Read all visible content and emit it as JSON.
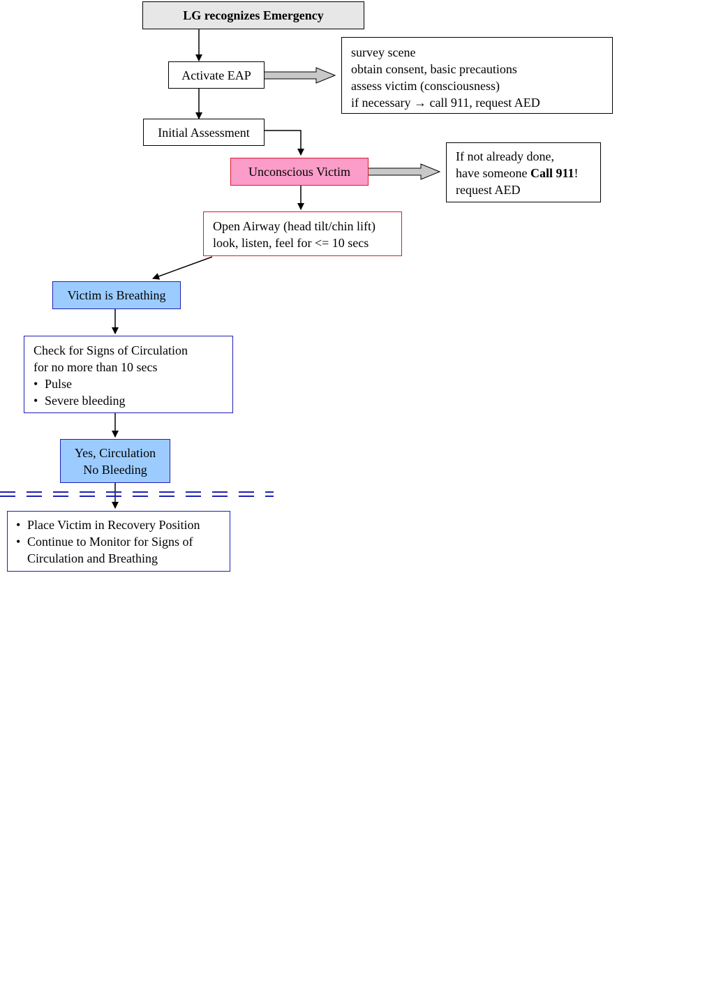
{
  "colors": {
    "start_fill": "#e7e7e7",
    "unconscious_fill": "#fb9cc9",
    "condition_fill": "#9cccff",
    "red_border": "#e0182c",
    "blue_border": "#1f1fb5",
    "divider": "#1f1fb5",
    "block_arrow_fill": "#c8c8c8"
  },
  "nodes": {
    "start": "LG recognizes Emergency",
    "activate_eap": "Activate EAP",
    "eap_steps": [
      "survey scene",
      "obtain consent,  basic precautions",
      "assess victim  (consciousness)",
      "if necessary → call 911,  request AED"
    ],
    "initial_assessment": "Initial Assessment",
    "unconscious_victim": "Unconscious Victim",
    "call_note": {
      "line1": "If not already done,",
      "line2_prefix": "have someone ",
      "line2_bold": "Call 911",
      "line2_suffix": "!",
      "line3": "request AED"
    },
    "open_airway": [
      "Open Airway (head tilt/chin lift)",
      "look, listen, feel for <= 10 secs"
    ],
    "victim_breathing": "Victim is Breathing",
    "check_circulation": {
      "line1": "Check for Signs of Circulation",
      "line2": "for no more than 10 secs",
      "bullet_symbol": "•",
      "bullets": [
        "Pulse",
        "Severe bleeding"
      ]
    },
    "circulation_result": [
      "Yes, Circulation",
      "No Bleeding"
    ],
    "recovery": {
      "bullet_symbol": "•",
      "item1": "Place Victim in Recovery Position",
      "item2_line1": "Continue to Monitor for Signs of",
      "item2_line2": "Circulation and Breathing"
    }
  }
}
